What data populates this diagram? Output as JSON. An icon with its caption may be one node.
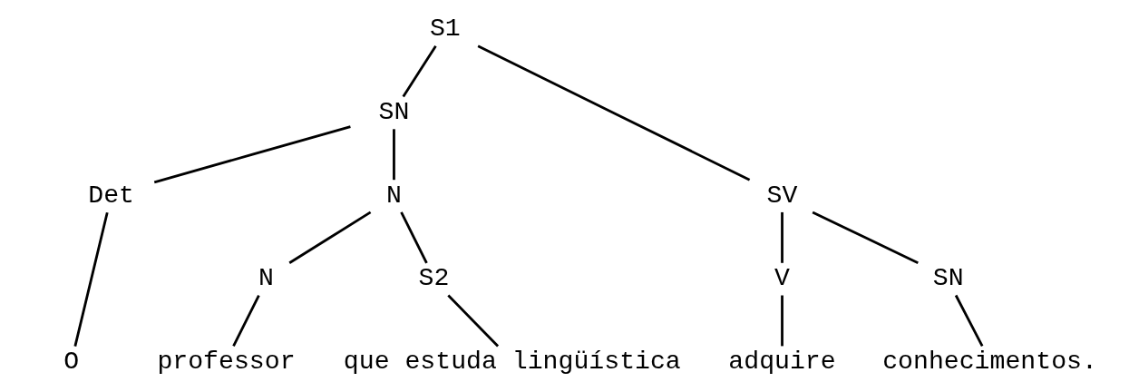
{
  "diagram": {
    "nodes": [
      {
        "text": [
          "S1"
        ]
      },
      {
        "text": [
          "SN"
        ]
      },
      {
        "text": [
          "SV"
        ]
      },
      {
        "text": [
          "Det"
        ]
      },
      {
        "text": [
          "N"
        ]
      },
      {
        "text": [
          "V"
        ]
      },
      {
        "text": [
          "SN"
        ]
      },
      {
        "text": [
          "N"
        ]
      },
      {
        "text": [
          "S2"
        ]
      },
      {
        "text": [
          "O"
        ]
      },
      {
        "text": [
          "professor"
        ]
      },
      {
        "text": [
          "que estuda lingüística"
        ]
      },
      {
        "text": [
          "adquire"
        ]
      },
      {
        "text": [
          "conhecimentos."
        ]
      }
    ],
    "edges": [
      {
        "from": 0,
        "to": 1,
        "arrow": "none"
      },
      {
        "from": 0,
        "to": 2,
        "arrow": "none"
      },
      {
        "from": 1,
        "to": 3,
        "arrow": "none"
      },
      {
        "from": 1,
        "to": 4,
        "arrow": "none"
      },
      {
        "from": 2,
        "to": 5,
        "arrow": "none"
      },
      {
        "from": 2,
        "to": 6,
        "arrow": "none"
      },
      {
        "from": 3,
        "to": 9,
        "arrow": "none"
      },
      {
        "from": 4,
        "to": 7,
        "arrow": "none"
      },
      {
        "from": 4,
        "to": 8,
        "arrow": "none"
      },
      {
        "from": 7,
        "to": 10,
        "arrow": "none"
      },
      {
        "from": 8,
        "to": 11,
        "arrow": "none"
      },
      {
        "from": 5,
        "to": 12,
        "arrow": "none"
      },
      {
        "from": 6,
        "to": 13,
        "arrow": "none"
      }
    ]
  }
}
